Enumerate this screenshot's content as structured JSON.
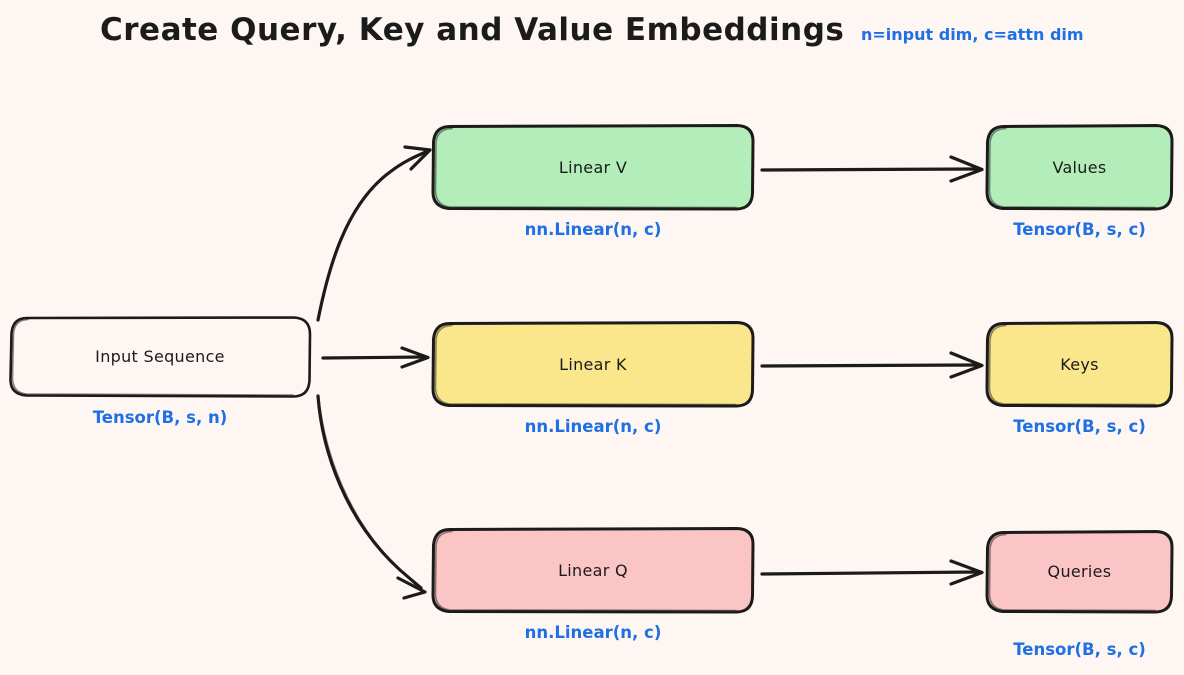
{
  "page": {
    "background_color": "#fdf6f3",
    "title": "Create Query, Key and Value Embeddings",
    "subtitle": "n=input dim, c=attn dim",
    "title_color": "#1b1b1b",
    "annotation_color": "#1f6fe5"
  },
  "colors": {
    "green_fill": "#b3edba",
    "yellow_fill": "#fae78c",
    "pink_fill": "#fbc5c5",
    "white_fill": "#fdf6f3",
    "stroke": "#1b1b1b"
  },
  "nodes": {
    "input": {
      "label": "Input Sequence",
      "annotation": "Tensor(B, s, n)",
      "fill": "#fdf6f3"
    },
    "linear_v": {
      "label": "Linear V",
      "annotation": "nn.Linear(n, c)",
      "fill": "#b3edba"
    },
    "linear_k": {
      "label": "Linear K",
      "annotation": "nn.Linear(n, c)",
      "fill": "#fae78c"
    },
    "linear_q": {
      "label": "Linear Q",
      "annotation": "nn.Linear(n, c)",
      "fill": "#fbc5c5"
    },
    "values": {
      "label": "Values",
      "annotation": "Tensor(B, s, c)",
      "fill": "#b3edba"
    },
    "keys": {
      "label": "Keys",
      "annotation": "Tensor(B, s, c)",
      "fill": "#fae78c"
    },
    "queries": {
      "label": "Queries",
      "annotation": "Tensor(B, s, c)",
      "fill": "#fbc5c5"
    }
  },
  "edges": [
    {
      "name": "input-to-linear-v",
      "from": "input",
      "to": "linear_v",
      "style": "curved-up"
    },
    {
      "name": "input-to-linear-k",
      "from": "input",
      "to": "linear_k",
      "style": "straight"
    },
    {
      "name": "input-to-linear-q",
      "from": "input",
      "to": "linear_q",
      "style": "curved-down"
    },
    {
      "name": "linear-v-to-values",
      "from": "linear_v",
      "to": "values",
      "style": "straight"
    },
    {
      "name": "linear-k-to-keys",
      "from": "linear_k",
      "to": "keys",
      "style": "straight"
    },
    {
      "name": "linear-q-to-queries",
      "from": "linear_q",
      "to": "queries",
      "style": "straight"
    }
  ]
}
